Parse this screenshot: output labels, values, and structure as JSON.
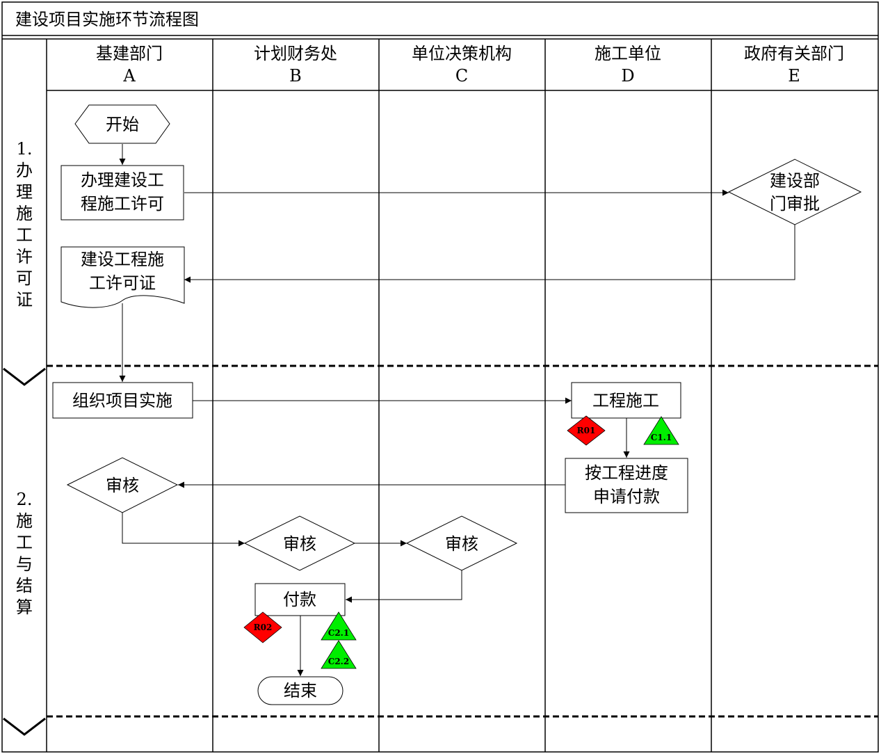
{
  "title": "建设项目实施环节流程图",
  "columns": [
    {
      "name": "基建部门",
      "code": "A"
    },
    {
      "name": "计划财务处",
      "code": "B"
    },
    {
      "name": "单位决策机构",
      "code": "C"
    },
    {
      "name": "施工单位",
      "code": "D"
    },
    {
      "name": "政府有关部门",
      "code": "E"
    }
  ],
  "phases": [
    {
      "label": "1.办理施工许可证"
    },
    {
      "label": "2.施工与结算"
    }
  ],
  "nodes": {
    "start": "开始",
    "permit_apply": [
      "办理建设工",
      "程施工许可"
    ],
    "gov_review": [
      "建设部",
      "门审批"
    ],
    "permit_doc": [
      "建设工程施",
      "工许可证"
    ],
    "organize": "组织项目实施",
    "construct": "工程施工",
    "pay_request": [
      "按工程进度",
      "申请付款"
    ],
    "review_a": "审核",
    "review_b": "审核",
    "review_c": "审核",
    "payment": "付款",
    "end": "结束"
  },
  "markers": {
    "risk": [
      "R01",
      "R02"
    ],
    "control": [
      "C1.1",
      "C2.1",
      "C2.2"
    ],
    "risk_color": "#ff0000",
    "control_color": "#00ee00"
  }
}
